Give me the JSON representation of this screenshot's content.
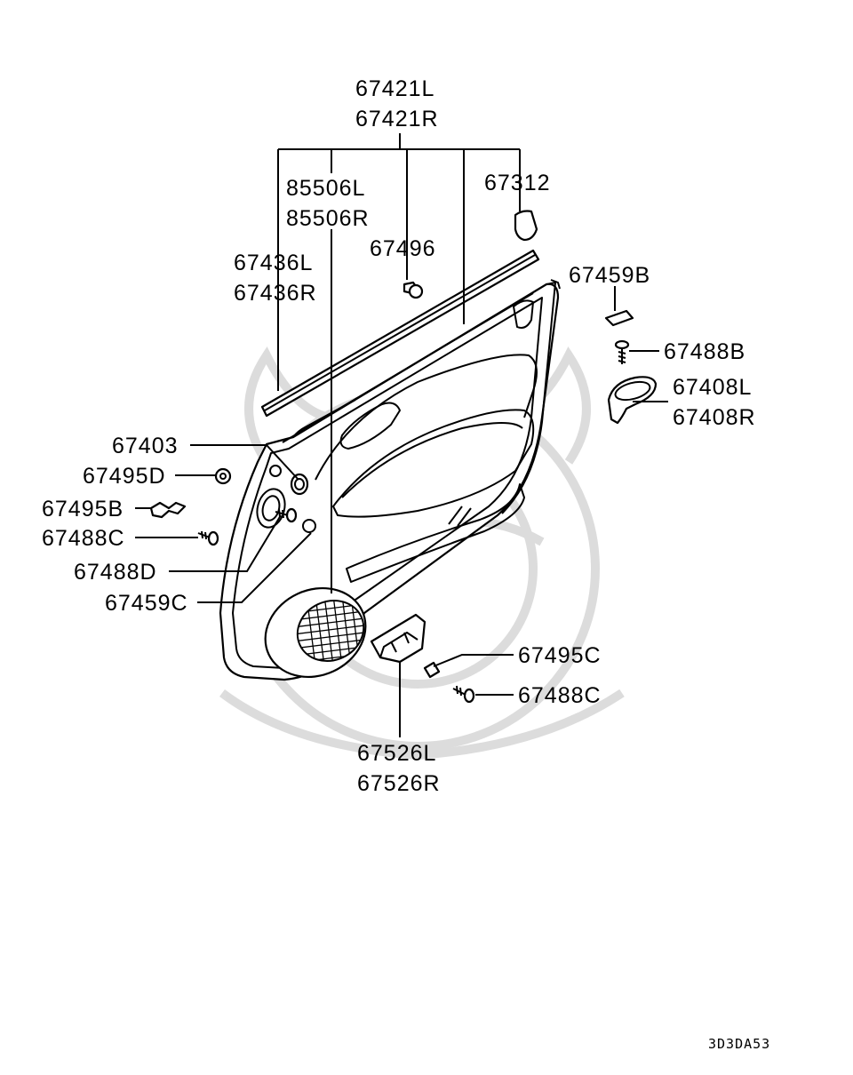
{
  "labels": {
    "p67421L": "67421L",
    "p67421R": "67421R",
    "p85506L": "85506L",
    "p85506R": "85506R",
    "p67312": "67312",
    "p67496": "67496",
    "p67436L": "67436L",
    "p67436R": "67436R",
    "p67459B": "67459B",
    "p67488B": "67488B",
    "p67408L": "67408L",
    "p67408R": "67408R",
    "p67403": "67403",
    "p67495D": "67495D",
    "p67495B": "67495B",
    "p67488C_left": "67488C",
    "p67488D": "67488D",
    "p67459C": "67459C",
    "p67495C": "67495C",
    "p67488C_right": "67488C",
    "p67526L": "67526L",
    "p67526R": "67526R"
  },
  "diagram_code": "3D3DA53",
  "colors": {
    "line": "#000000",
    "watermark": "#d9d9d9",
    "background": "#ffffff"
  }
}
